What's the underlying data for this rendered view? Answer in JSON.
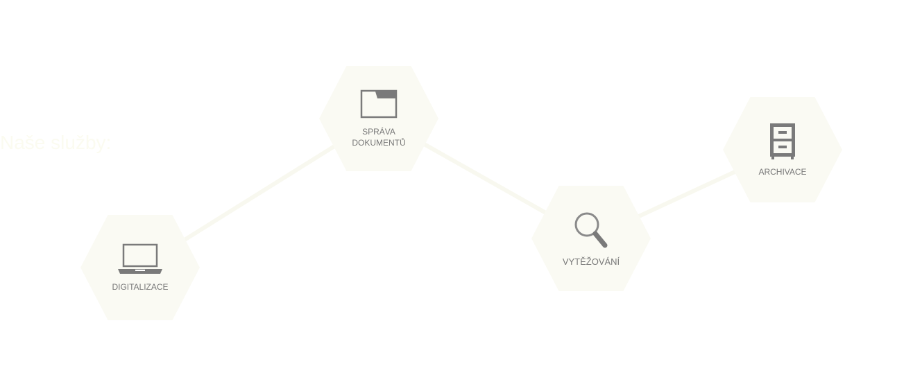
{
  "heading": "Naše služby:",
  "services": [
    {
      "label": "Digitalizace",
      "icon": "laptop-icon"
    },
    {
      "label": "Správa dokumentů",
      "icon": "folder-icon"
    },
    {
      "label": "Vytěžování",
      "icon": "magnifier-icon"
    },
    {
      "label": "Archivace",
      "icon": "cabinet-icon"
    }
  ],
  "colors": {
    "hex_fill": "#fafaf3",
    "icon": "#7a7a7a",
    "text": "#777777",
    "line": "#f8f8ef"
  }
}
